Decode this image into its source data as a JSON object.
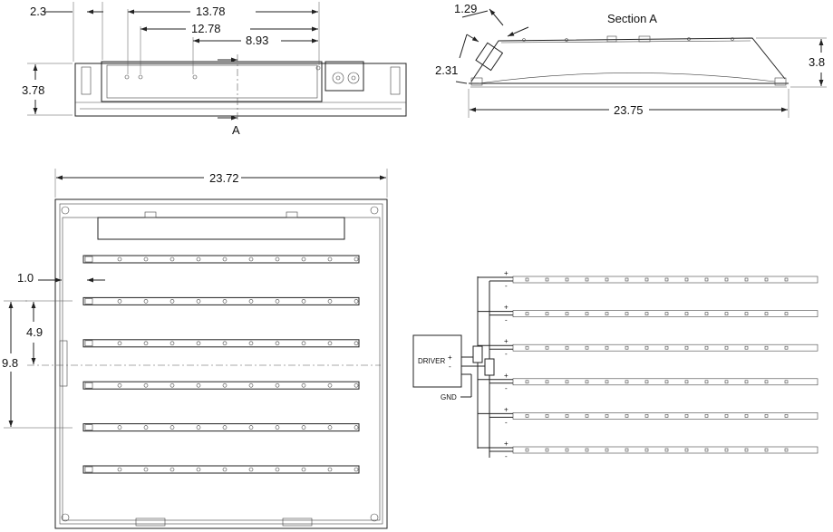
{
  "side_view": {
    "dims": {
      "flange": "2.3",
      "overall": "13.78",
      "inner": "12.78",
      "offset": "8.93",
      "height": "3.78"
    },
    "section_marker": "A"
  },
  "section_a": {
    "title": "Section A",
    "dims": {
      "top_offset": "1.29",
      "box_height": "2.31",
      "depth": "3.8",
      "width": "23.75"
    }
  },
  "plan_view": {
    "dims": {
      "width": "23.72",
      "edge_gap": "1.0",
      "pitch": "4.9",
      "span": "9.8"
    },
    "led_strip_count": 6
  },
  "wiring": {
    "driver_label": "DRIVER",
    "plus": "+",
    "minus": "-",
    "ground_label": "GND",
    "strip_count": 6
  }
}
